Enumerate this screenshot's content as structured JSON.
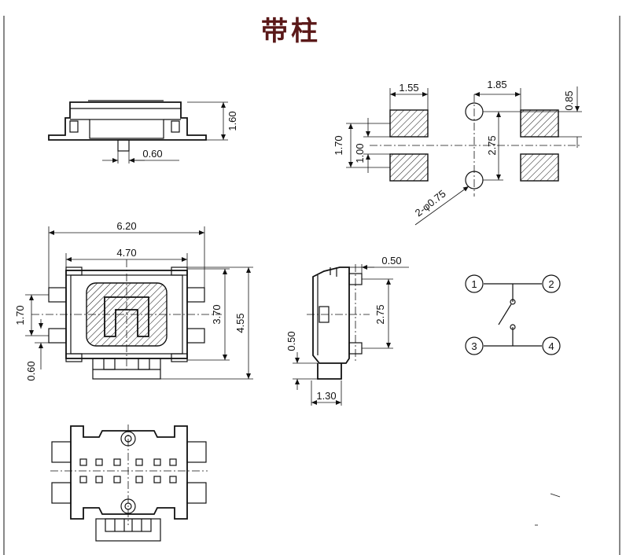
{
  "title": "带柱",
  "side_view": {
    "height_dim": "1.60",
    "post_dim": "0.60"
  },
  "pad_layout": {
    "pad_width_dim": "1.55",
    "post_spacing_dim": "1.85",
    "pad_offset_dim": "0.85",
    "pad_pitch_dim": "1.70",
    "pad_height_dim": "1.00",
    "vertical_span_dim": "2.75",
    "hole_dim": "2-φ0.75"
  },
  "top_view": {
    "overall_width_dim": "6.20",
    "body_width_dim": "4.70",
    "pin_pitch_dim": "1.70",
    "pin_width_dim": "0.60",
    "body_height_dim": "3.70",
    "overall_height_dim": "4.55"
  },
  "end_view": {
    "lead_dim": "0.50",
    "pin_span_dim": "2.75",
    "base_dim": "0.50",
    "depth_dim": "1.30"
  },
  "schematic": {
    "pins": [
      "1",
      "2",
      "3",
      "4"
    ]
  }
}
